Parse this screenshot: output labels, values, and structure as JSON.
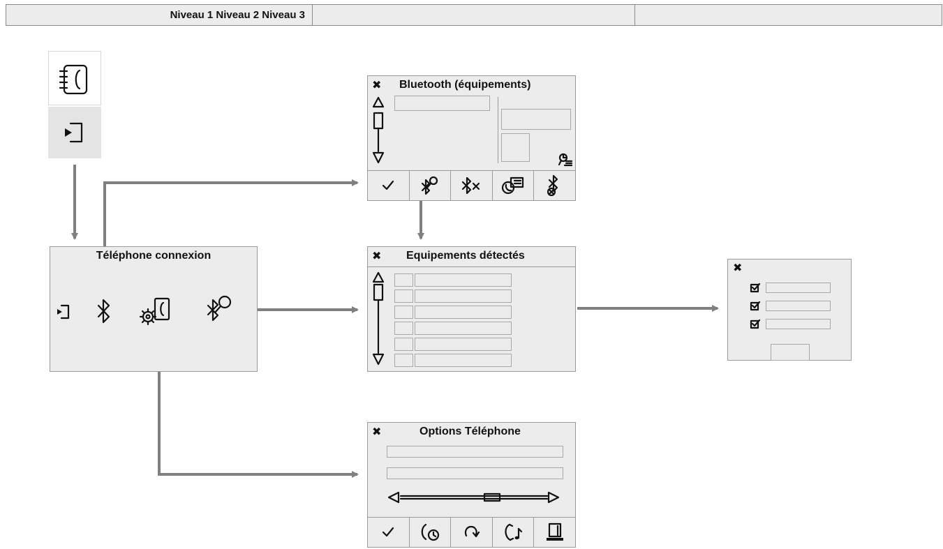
{
  "header": {
    "levels_label": "Niveau 1 Niveau 2 Niveau 3",
    "cell2": "",
    "cell3": ""
  },
  "panels": {
    "telephone_connexion": {
      "title": "Téléphone connexion"
    },
    "bluetooth": {
      "title": "Bluetooth (équipements)",
      "close": "✖"
    },
    "detected": {
      "title": "Equipements détectés",
      "close": "✖"
    },
    "options": {
      "title": "Options Téléphone",
      "close": "✖"
    },
    "checklist": {
      "close": "✖"
    }
  },
  "icons": {
    "left_column": [
      "phone-book-icon",
      "enter-icon"
    ],
    "telephone_connexion": [
      "enter-icon",
      "bluetooth-icon",
      "phone-settings-icon",
      "bluetooth-search-icon"
    ],
    "bluetooth_toolbar": [
      "check-icon",
      "bluetooth-search-icon",
      "bluetooth-disconnect-icon",
      "phone-card-icon",
      "bluetooth-delete-icon"
    ],
    "options_toolbar": [
      "check-icon",
      "call-history-icon",
      "redial-icon",
      "ringtone-icon",
      "screen-settings-icon"
    ]
  },
  "colors": {
    "panel_bg": "#ececec",
    "arrow": "#808080",
    "border": "#9a9a9a"
  }
}
